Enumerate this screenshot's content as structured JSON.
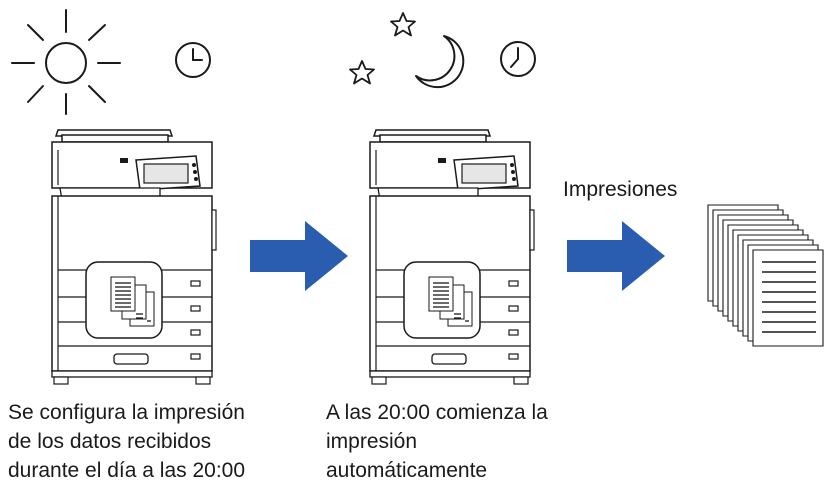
{
  "output_label": "Impresiones",
  "captions": {
    "daytime": [
      "Se configura la impresión",
      "de los datos recibidos",
      "durante el día a las 20:00"
    ],
    "night": [
      "A las 20:00 comienza la",
      "impresión",
      "automáticamente"
    ]
  },
  "icons": [
    "sun-icon",
    "clock-icon",
    "star-icon",
    "moon-icon",
    "printer-icon",
    "documents-icon",
    "arrow-right-icon",
    "printed-pages-icon"
  ],
  "colors": {
    "arrow": "#2a5db0",
    "line": "#1a1a1a",
    "screen": "#e6e6e6"
  }
}
